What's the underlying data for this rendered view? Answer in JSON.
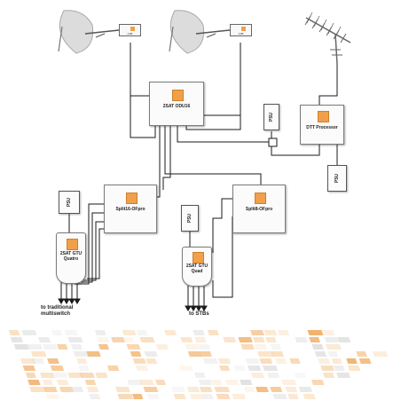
{
  "devices": {
    "odu": "2SAT ODU16",
    "dtt": "DTT Processor",
    "split16": "Split16-OFpro",
    "split8": "Split8-OFpro",
    "gtu_quatro": "2SAT GTU\nQuatro",
    "gtu_quad": "2SAT GTU\nQuad"
  },
  "psu_label": "PSU",
  "lnb_label": "LNB",
  "captions": {
    "traditional": "to traditional\nmultiswitch",
    "stbs": "to STBs"
  },
  "colors": {
    "accent": "#f0a04a",
    "dish": "#d8d8d8",
    "wire": "#1a1a1a"
  }
}
